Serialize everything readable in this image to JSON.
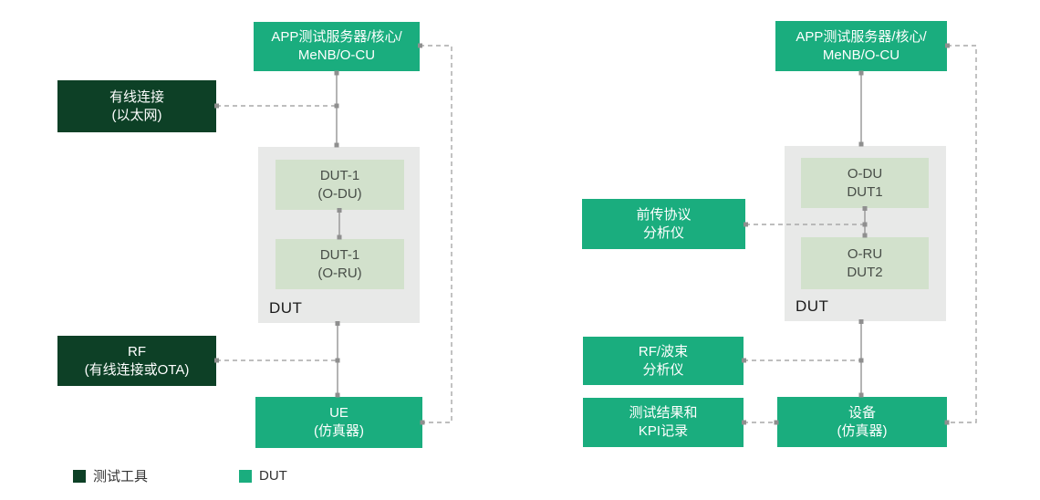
{
  "palette": {
    "test_tool_green": "#0d4026",
    "dut_green": "#1aad7e",
    "inner_box_green": "#d2e1cc",
    "container_gray": "#e8e9e8",
    "line_gray": "#9b9b9b"
  },
  "left_diagram": {
    "top_box": {
      "line1": "APP测试服务器/核心/",
      "line2": "MeNB/O-CU"
    },
    "wired_box": {
      "line1": "有线连接",
      "line2": "(以太网)"
    },
    "dut_container": {
      "label": "DUT",
      "odu_box": {
        "line1": "DUT-1",
        "line2": "(O-DU)"
      },
      "oru_box": {
        "line1": "DUT-1",
        "line2": "(O-RU)"
      }
    },
    "rf_box": {
      "line1": "RF",
      "line2": "(有线连接或OTA)"
    },
    "ue_box": {
      "line1": "UE",
      "line2": "(仿真器)"
    }
  },
  "right_diagram": {
    "top_box": {
      "line1": "APP测试服务器/核心/",
      "line2": "MeNB/O-CU"
    },
    "fronthaul_box": {
      "line1": "前传协议",
      "line2": "分析仪"
    },
    "dut_container": {
      "label": "DUT",
      "odu_box": {
        "line1": "O-DU",
        "line2": "DUT1"
      },
      "oru_box": {
        "line1": "O-RU",
        "line2": "DUT2"
      }
    },
    "rf_beam_box": {
      "line1": "RF/波束",
      "line2": "分析仪"
    },
    "kpi_box": {
      "line1": "测试结果和",
      "line2": "KPI记录"
    },
    "device_box": {
      "line1": "设备",
      "line2": "(仿真器)"
    }
  },
  "legend": {
    "items": [
      {
        "label": "测试工具",
        "color": "#0d4026"
      },
      {
        "label": "DUT",
        "color": "#1aad7e"
      }
    ]
  }
}
